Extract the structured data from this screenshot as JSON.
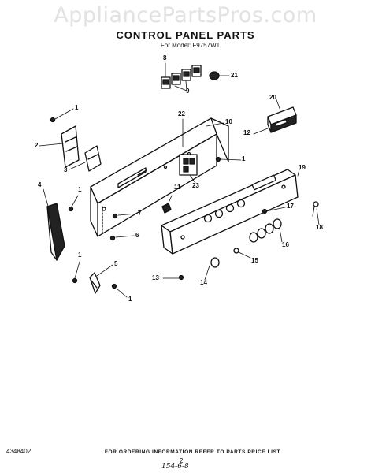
{
  "watermark": "AppliancePartsPros.com",
  "title": "CONTROL PANEL PARTS",
  "subtitle": "For Model: F9757W1",
  "footer": {
    "doc_number": "4348402",
    "note": "FOR ORDERING INFORMATION REFER TO PARTS PRICE LIST",
    "page": "2",
    "handwritten": "154-6-8"
  },
  "callouts": [
    {
      "id": "c1a",
      "text": "1"
    },
    {
      "id": "c2",
      "text": "2"
    },
    {
      "id": "c3",
      "text": "3"
    },
    {
      "id": "c4",
      "text": "4"
    },
    {
      "id": "c1b",
      "text": "1"
    },
    {
      "id": "c7",
      "text": "7"
    },
    {
      "id": "c6",
      "text": "6"
    },
    {
      "id": "c1c",
      "text": "1"
    },
    {
      "id": "c5",
      "text": "5"
    },
    {
      "id": "c1d",
      "text": "1"
    },
    {
      "id": "c13",
      "text": "13"
    },
    {
      "id": "c14",
      "text": "14"
    },
    {
      "id": "c22",
      "text": "22"
    },
    {
      "id": "c10",
      "text": "10"
    },
    {
      "id": "c1e",
      "text": "1"
    },
    {
      "id": "c11",
      "text": "11"
    },
    {
      "id": "c23",
      "text": "23"
    },
    {
      "id": "c8",
      "text": "8"
    },
    {
      "id": "c9",
      "text": "9"
    },
    {
      "id": "c21",
      "text": "21"
    },
    {
      "id": "c20",
      "text": "20"
    },
    {
      "id": "c12",
      "text": "12"
    },
    {
      "id": "c19",
      "text": "19"
    },
    {
      "id": "c17",
      "text": "17"
    },
    {
      "id": "c18",
      "text": "18"
    },
    {
      "id": "c16",
      "text": "16"
    },
    {
      "id": "c15",
      "text": "15"
    }
  ]
}
